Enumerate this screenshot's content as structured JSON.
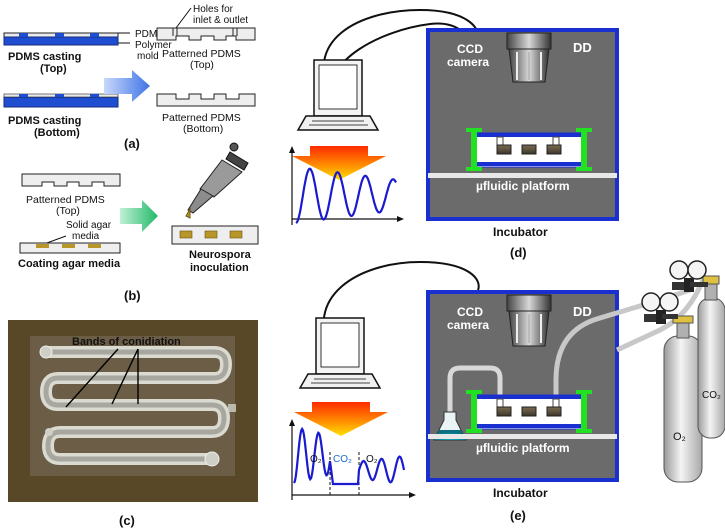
{
  "panel_a": {
    "pdms": "PDMS",
    "polymer_mold_1": "Polymer",
    "polymer_mold_2": "mold",
    "casting_top_1": "PDMS casting",
    "casting_top_2": "(Top)",
    "casting_bottom_1": "PDMS casting",
    "casting_bottom_2": "(Bottom)",
    "holes_1": "Holes for",
    "holes_2": "inlet & outlet",
    "patterned_top_1": "Patterned PDMS",
    "patterned_top_2": "(Top)",
    "patterned_bottom_1": "Patterned PDMS",
    "patterned_bottom_2": "(Bottom)",
    "label": "(a)"
  },
  "panel_b": {
    "patterned_top_1": "Patterned PDMS",
    "patterned_top_2": "(Top)",
    "solid_agar_1": "Solid agar",
    "solid_agar_2": "media",
    "coating": "Coating agar media",
    "inoculation_1": "Neurospora",
    "inoculation_2": "inoculation",
    "label": "(b)"
  },
  "panel_c": {
    "bands": "Bands of conidiation",
    "label": "(c)"
  },
  "panel_d": {
    "ccd_1": "CCD",
    "ccd_2": "camera",
    "dd": "DD",
    "platform": "µfluidic  platform",
    "incubator": "Incubator",
    "label": "(d)"
  },
  "panel_e": {
    "ccd_1": "CCD",
    "ccd_2": "camera",
    "dd": "DD",
    "platform": "µfluidic  platform",
    "incubator": "Incubator",
    "o2_a": "O₂",
    "co2": "CO₂",
    "o2_b": "O₂",
    "tank_o2": "O₂",
    "tank_co2": "CO₂",
    "label": "(e)"
  },
  "colors": {
    "mold_blue": "#1f4fd0",
    "box_border": "#1a2fd0",
    "box_fill": "#6b6b6b",
    "clamp_green": "#22e022",
    "trace_blue": "#1a1ad0",
    "agar": "#b8962a",
    "arrow_a": "#5b8de8",
    "arrow_b": "#3ec27a"
  }
}
